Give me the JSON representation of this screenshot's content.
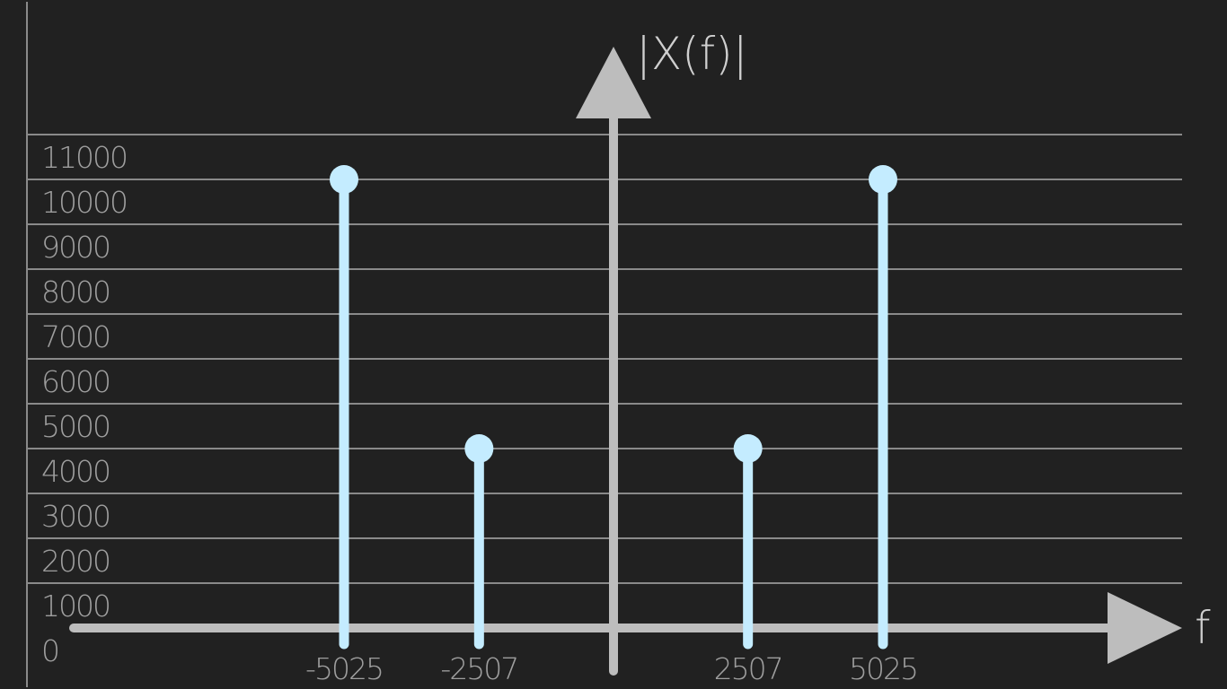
{
  "chart_data": {
    "type": "stem",
    "xlabel": "f",
    "ylabel": "|X(f)|",
    "x": [
      -5025,
      -2507,
      2507,
      5025
    ],
    "values": [
      10000,
      4000,
      4000,
      10000
    ],
    "x_ticks": [
      "-5025",
      "-2507",
      "2507",
      "5025"
    ],
    "y_ticks": [
      "0",
      "1000",
      "2000",
      "3000",
      "4000",
      "5000",
      "6000",
      "7000",
      "8000",
      "9000",
      "10000",
      "11000"
    ],
    "ylim": [
      0,
      11000
    ],
    "grid": true,
    "colors": {
      "background": "#212121",
      "stem": "#c4ecff",
      "axis": "#bdbdbd",
      "grid": "#8a8a8a",
      "tick_text": "#9e9e9e"
    }
  }
}
